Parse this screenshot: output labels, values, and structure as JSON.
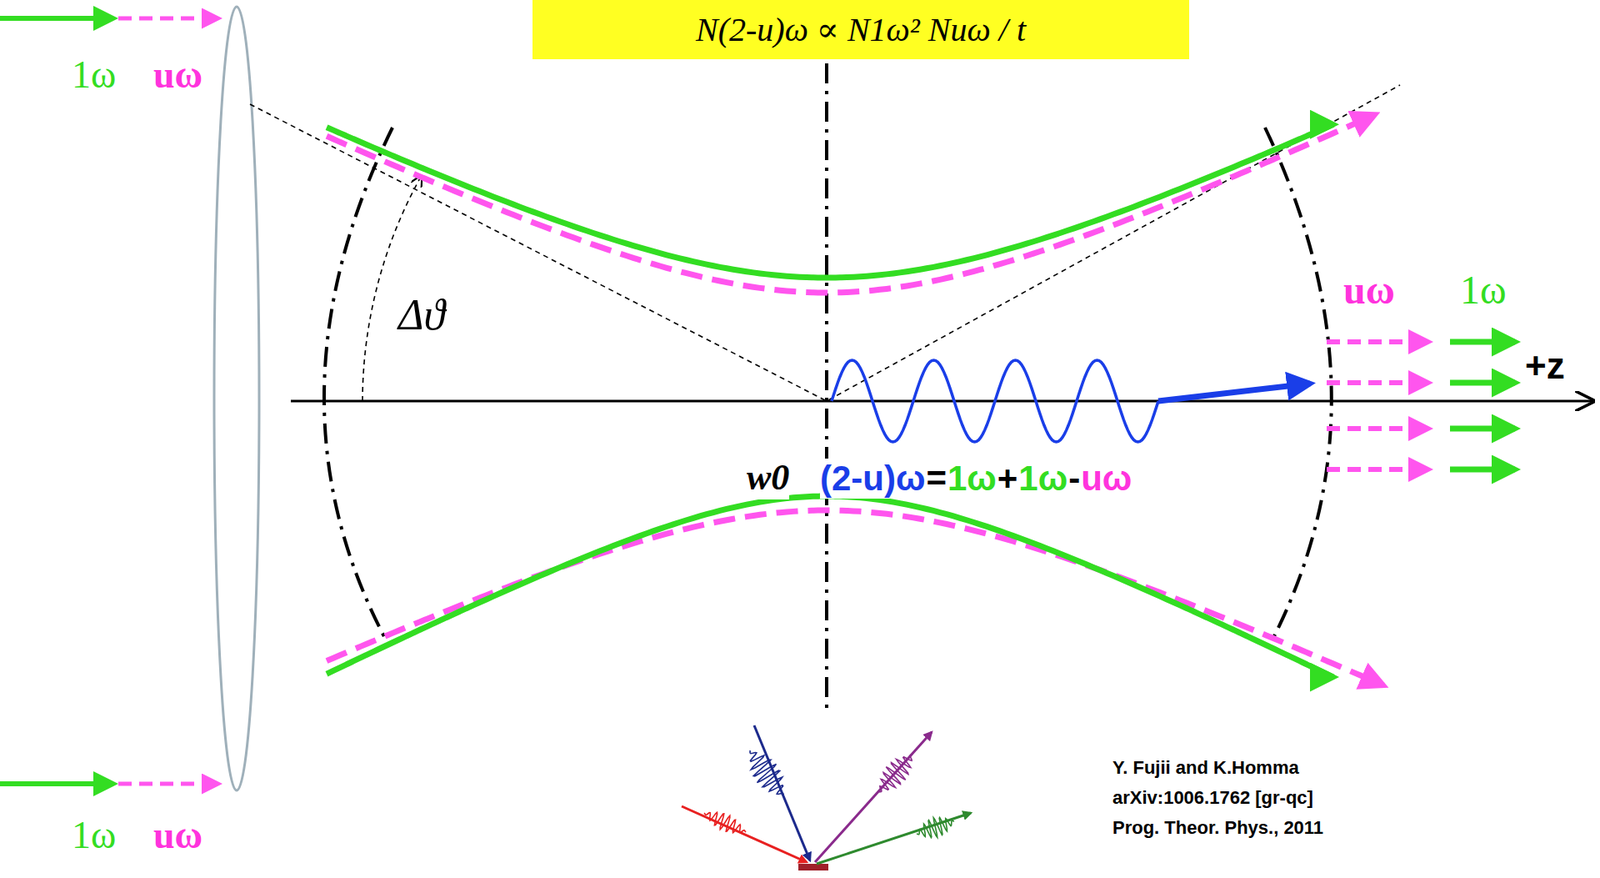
{
  "diagram": {
    "nodes": [
      {
        "text": [
          "N(2-u)ω ∝ N1ω² Nuω / t"
        ]
      }
    ],
    "labels": [
      "1ω",
      "uω",
      "1ω",
      "uω",
      "Δϑ",
      "w0",
      "(2-u)ω",
      "=",
      "1ω",
      "+",
      "1ω",
      "-",
      "uω",
      "uω",
      "1ω",
      "+z",
      "Y. Fujii and K.Homma",
      "arXiv:1006.1762 [gr-qc]",
      "Prog. Theor. Phys., 2011"
    ]
  }
}
